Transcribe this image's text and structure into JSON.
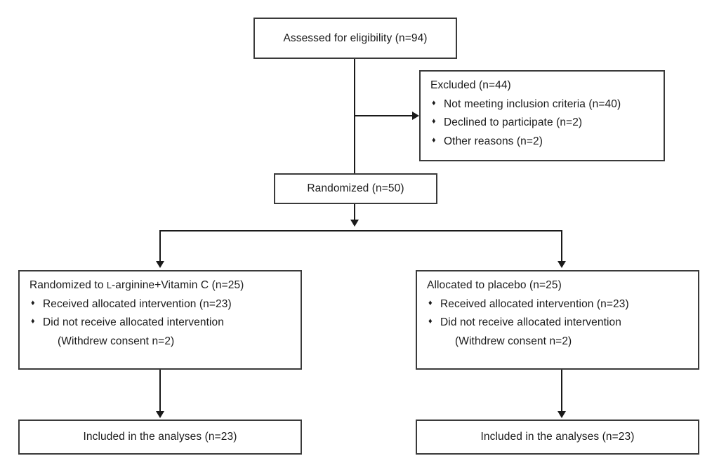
{
  "diagram": {
    "type": "consort-flow-diagram",
    "title": "CONSORT participant flow diagram",
    "colors": {
      "box_border": "#3a3a3a",
      "connector": "#1a1a1a",
      "text": "#1a1a1a",
      "background": "#ffffff"
    },
    "bullet_glyph": "♦"
  },
  "nodes": {
    "enrollment": {
      "name": "assessed-for-eligibility",
      "label": "Assessed for eligibility (n=94)",
      "count": 94
    },
    "excluded": {
      "name": "excluded",
      "heading": "Excluded (n=44)",
      "count": 44,
      "reasons": [
        {
          "label": "Not meeting inclusion criteria (n=40)",
          "count": 40
        },
        {
          "label": "Declined to participate (n=2)",
          "count": 2
        },
        {
          "label": "Other reasons (n=2)",
          "count": 2
        }
      ]
    },
    "randomized": {
      "name": "randomized",
      "label": "Randomized (n=50)",
      "count": 50
    },
    "allocation_left": {
      "name": "allocation-treatment",
      "heading_prefix": "Randomized to ",
      "heading_smallcap": "L",
      "heading_suffix": "-arginine+Vitamin C (n=25)",
      "heading_full": "Randomized to L-arginine+Vitamin C (n=25)",
      "count": 25,
      "items": [
        {
          "label": "Received allocated intervention (n=23)",
          "count": 23
        },
        {
          "label": "Did not receive allocated intervention",
          "subline": "(Withdrew consent n=2)",
          "count": 2
        }
      ]
    },
    "allocation_right": {
      "name": "allocation-placebo",
      "heading_full": "Allocated to placebo (n=25)",
      "count": 25,
      "items": [
        {
          "label": "Received allocated intervention (n=23)",
          "count": 23
        },
        {
          "label": "Did not receive allocated intervention",
          "subline": "(Withdrew consent n=2)",
          "count": 2
        }
      ]
    },
    "analysis_left": {
      "name": "analysis-treatment",
      "label": "Included in the analyses (n=23)",
      "count": 23
    },
    "analysis_right": {
      "name": "analysis-placebo",
      "label": "Included in the analyses (n=23)",
      "count": 23
    }
  }
}
